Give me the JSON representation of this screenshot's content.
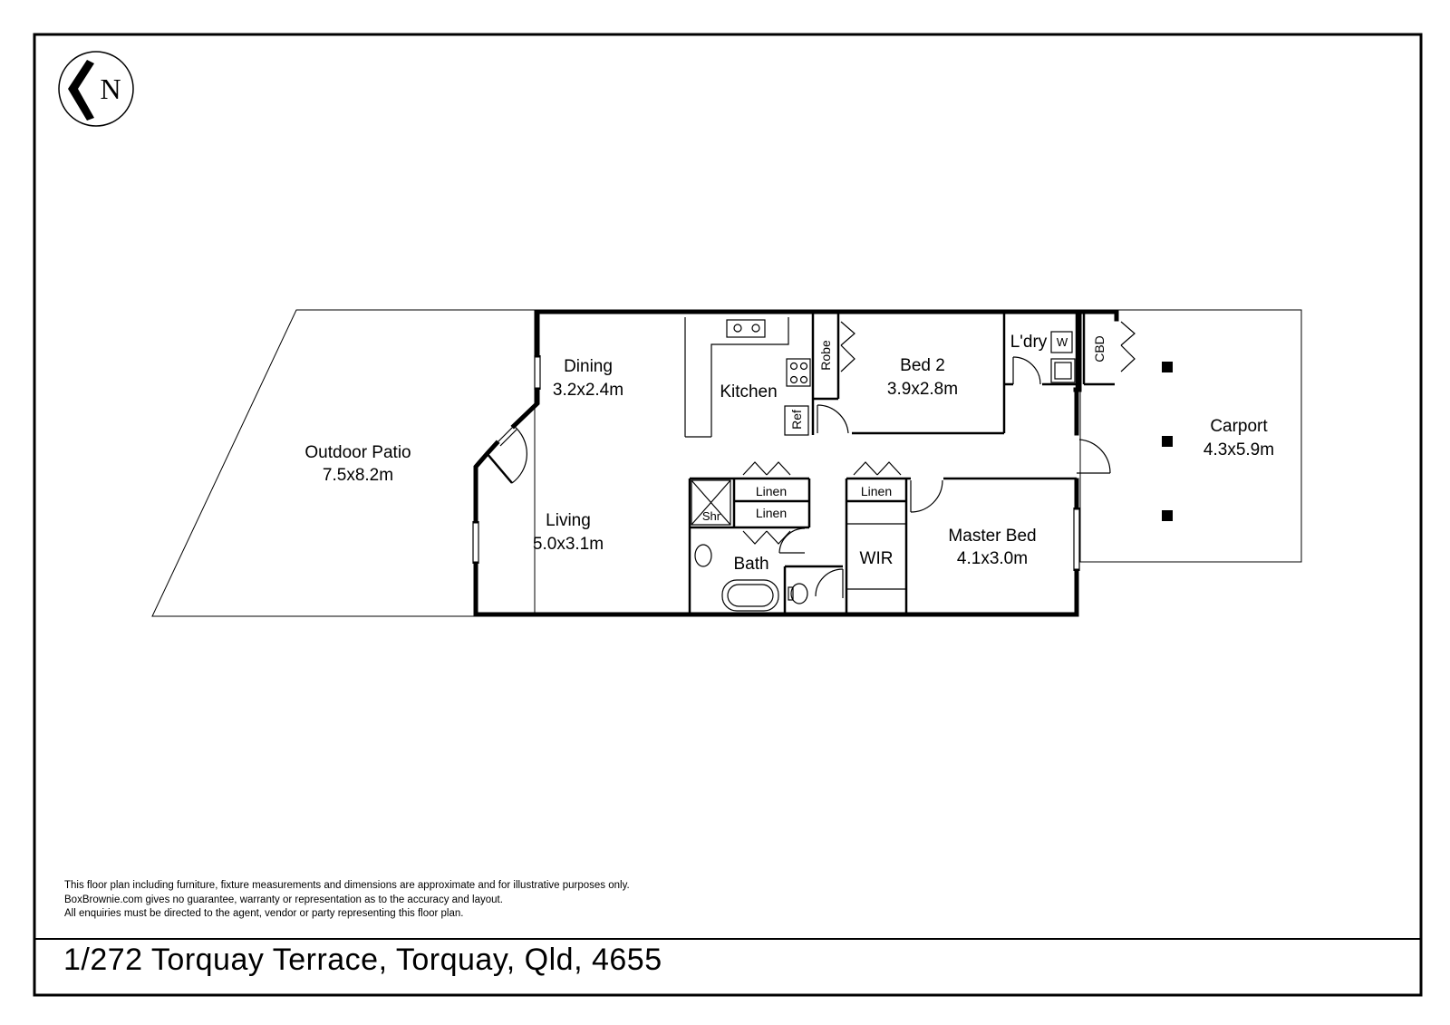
{
  "compass": {
    "label": "N",
    "icon": "north-arrow-icon"
  },
  "rooms": {
    "outdoor_patio": {
      "name": "Outdoor Patio",
      "size": "7.5x8.2m"
    },
    "dining": {
      "name": "Dining",
      "size": "3.2x2.4m"
    },
    "kitchen": {
      "name": "Kitchen"
    },
    "living": {
      "name": "Living",
      "size": "5.0x3.1m"
    },
    "bed2": {
      "name": "Bed 2",
      "size": "3.9x2.8m"
    },
    "robe": {
      "name": "Robe"
    },
    "ref": {
      "name": "Ref"
    },
    "laundry": {
      "name": "L'dry"
    },
    "washer": {
      "name": "W"
    },
    "cbd": {
      "name": "CBD"
    },
    "carport": {
      "name": "Carport",
      "size": "4.3x5.9m"
    },
    "linen1": {
      "name": "Linen"
    },
    "linen2": {
      "name": "Linen"
    },
    "linen3": {
      "name": "Linen"
    },
    "shower": {
      "name": "Shr"
    },
    "bath": {
      "name": "Bath"
    },
    "wir": {
      "name": "WIR"
    },
    "master_bed": {
      "name": "Master Bed",
      "size": "4.1x3.0m"
    }
  },
  "disclaimer": {
    "line1": "This floor plan including furniture, fixture measurements and dimensions are approximate and for illustrative purposes only.",
    "line2": "BoxBrownie.com gives no guarantee, warranty or representation as to the accuracy and layout.",
    "line3": "All enquiries must be directed to the agent, vendor or party representing this floor plan."
  },
  "address": "1/272 Torquay Terrace, Torquay, Qld, 4655"
}
